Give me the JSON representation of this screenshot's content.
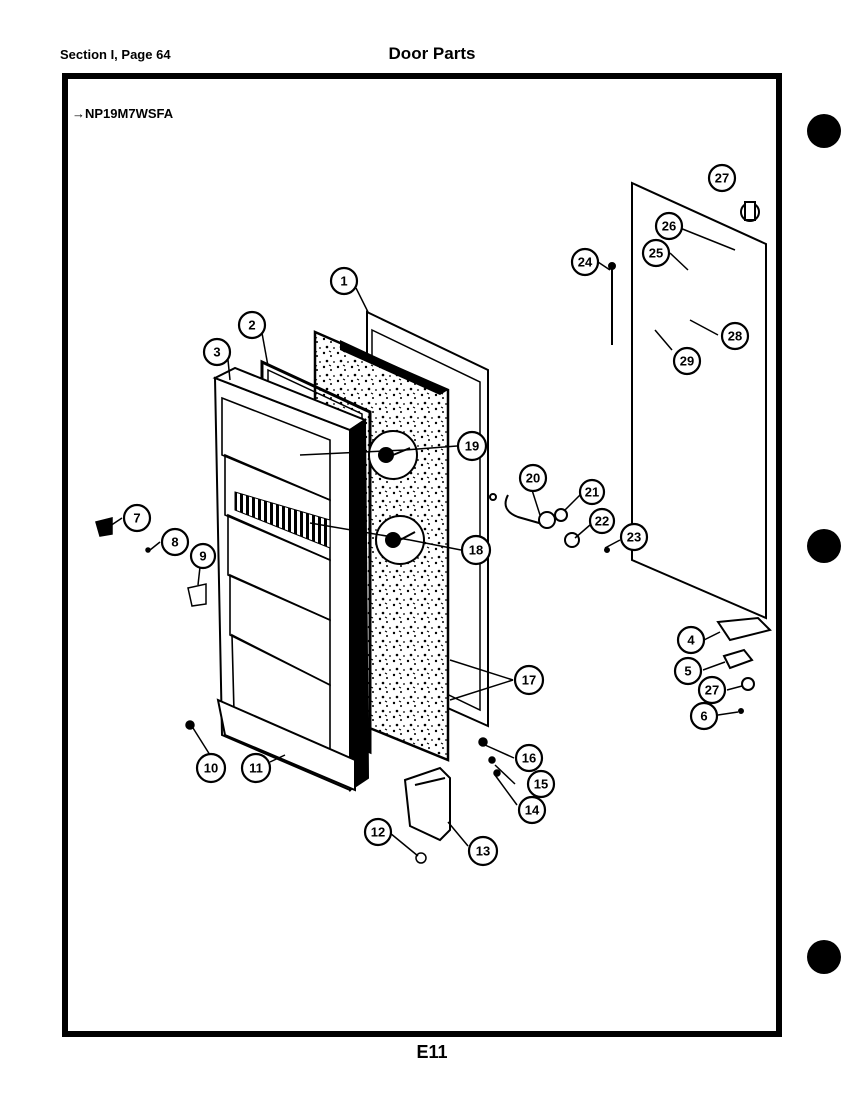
{
  "header": {
    "section": "Section I, Page 64",
    "title": "Door Parts"
  },
  "model": "→NP19M7WSFA",
  "footer": "E11",
  "callouts": [
    "1",
    "2",
    "3",
    "4",
    "5",
    "6",
    "7",
    "8",
    "9",
    "10",
    "11",
    "12",
    "13",
    "14",
    "15",
    "16",
    "17",
    "18",
    "19",
    "20",
    "21",
    "22",
    "23",
    "24",
    "25",
    "26",
    "27",
    "28",
    "29"
  ]
}
